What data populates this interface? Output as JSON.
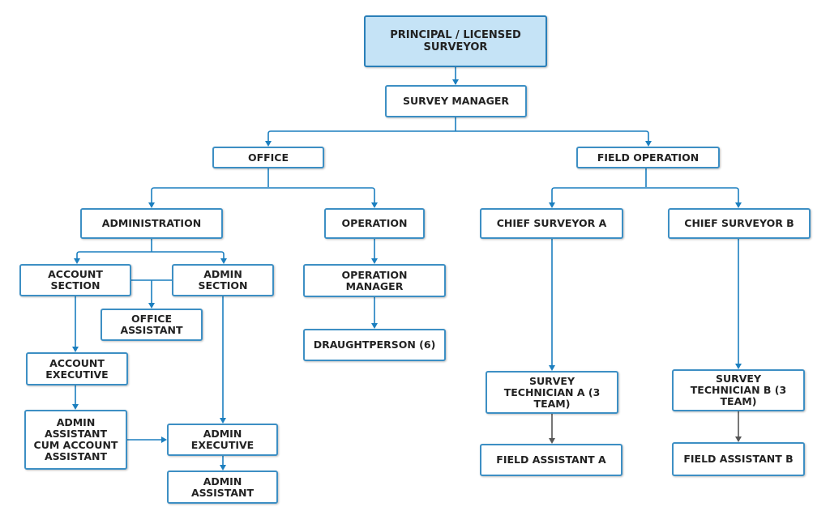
{
  "colors": {
    "connector": "#1c7fbf",
    "connector_dark": "#555555",
    "box_border": "#3d8fc4",
    "root_fill": "#c5e3f6"
  },
  "nodes": {
    "principal": "PRINCIPAL / LICENSED\nSURVEYOR",
    "survey_manager": "SURVEY MANAGER",
    "office": "OFFICE",
    "field_operation": "FIELD OPERATION",
    "administration": "ADMINISTRATION",
    "operation": "OPERATION",
    "chief_surveyor_a": "CHIEF SURVEYOR A",
    "chief_surveyor_b": "CHIEF SURVEYOR B",
    "account_section": "ACCOUNT\nSECTION",
    "admin_section": "ADMIN\nSECTION",
    "office_assistant": "OFFICE\nASSISTANT",
    "operation_manager": "OPERATION\nMANAGER",
    "draughtperson": "DRAUGHTPERSON (6)",
    "account_executive": "ACCOUNT\nEXECUTIVE",
    "admin_assistant_cum": "ADMIN\nASSISTANT\nCUM ACCOUNT\nASSISTANT",
    "admin_executive": "ADMIN\nEXECUTIVE",
    "admin_assistant": "ADMIN\nASSISTANT",
    "survey_technician_a": "SURVEY\nTECHNICIAN A (3\nTEAM)",
    "survey_technician_b": "SURVEY\nTECHNICIAN B (3\nTEAM)",
    "field_assistant_a": "FIELD ASSISTANT A",
    "field_assistant_b": "FIELD ASSISTANT B"
  }
}
